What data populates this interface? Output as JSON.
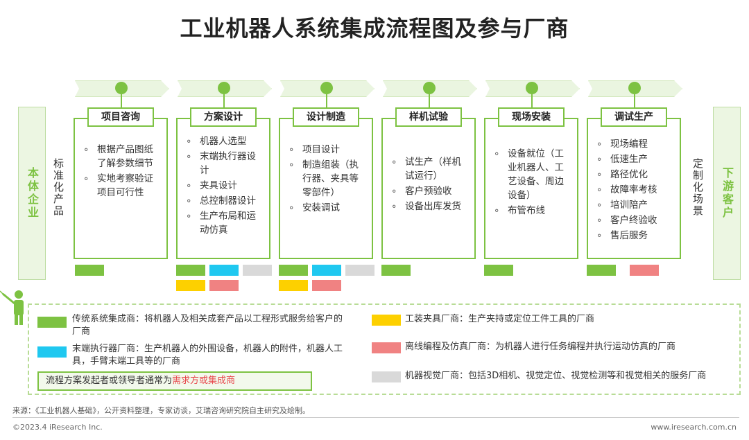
{
  "title": "工业机器人系统集成流程图及参与厂商",
  "left_entity": "本体企业",
  "left_flow_label": "标准化产品",
  "right_flow_label": "定制化场景",
  "right_entity": "下游客户",
  "steps": [
    {
      "label": "项目咨询",
      "items": [
        "根据产品图纸了解参数细节",
        "实地考察验证项目可行性"
      ]
    },
    {
      "label": "方案设计",
      "items": [
        "机器人选型",
        "末端执行器设计",
        "夹具设计",
        "总控制器设计",
        "生产布局和运动仿真"
      ]
    },
    {
      "label": "设计制造",
      "items": [
        "项目设计",
        "制造组装（执行器、夹具等零部件）",
        "安装调试"
      ]
    },
    {
      "label": "样机试验",
      "items": [
        "试生产（样机试运行）",
        "客户预验收",
        "设备出库发货"
      ]
    },
    {
      "label": "现场安装",
      "items": [
        "设备就位（工业机器人、工艺设备、周边设备）",
        "布管布线"
      ]
    },
    {
      "label": "调试生产",
      "items": [
        "现场编程",
        "低速生产",
        "路径优化",
        "故障率考核",
        "培训陪产",
        "客户终验收",
        "售后服务"
      ]
    }
  ],
  "legend": {
    "traditional_integrator": "传统系统集成商：将机器人及相关成套产品以工程形式服务给客户的厂商",
    "end_effector": "末端执行器厂商：生产机器人的外围设备，机器人的附件，机器人工具，手臂末端工具等的厂商",
    "fixture": "工装夹具厂商：生产夹持或定位工件工具的厂商",
    "offline_programming": "离线编程及仿真厂商：为机器人进行任务编程并执行运动仿真的厂商",
    "machine_vision": "机器视觉厂商：包括3D相机、视觉定位、视觉检测等和视觉相关的服务厂商"
  },
  "note": {
    "prefix": "流程方案发起者或领导者通常为",
    "highlight": "需求方或集成商"
  },
  "source": "来源：《工业机器人基础》，公开资料整理，专家访谈，艾瑞咨询研究院自主研究及绘制。",
  "copyright": "©2023.4 iResearch Inc.",
  "url": "www.iresearch.com.cn",
  "colors": {
    "accent_green": "#7dc242",
    "cyan": "#1fc8f0",
    "gray": "#d9d9d9",
    "yellow": "#fdd000",
    "pink": "#f08282"
  }
}
